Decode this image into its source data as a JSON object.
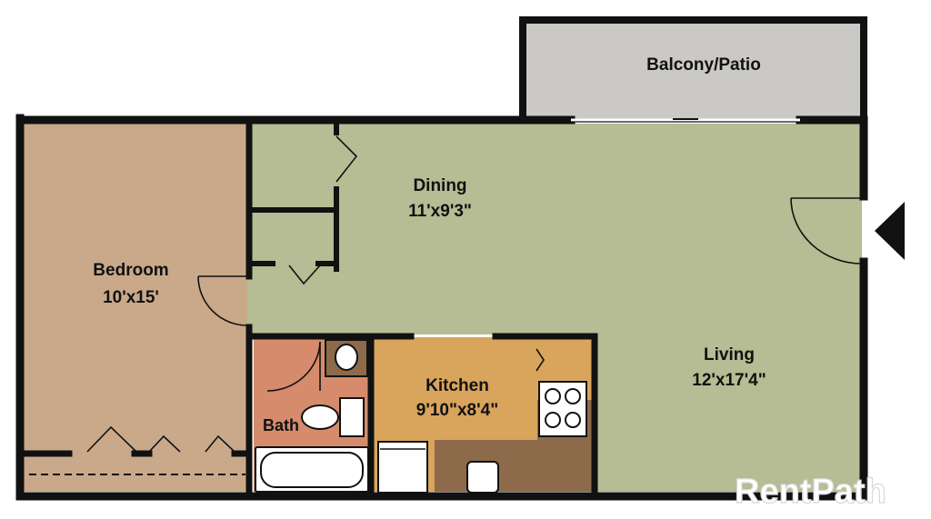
{
  "rooms": {
    "balcony": {
      "name": "Balcony/Patio",
      "color": "#cbc9c5"
    },
    "dining": {
      "name": "Dining",
      "size": "11'x9'3\"",
      "color": "#b6bc93"
    },
    "bedroom": {
      "name": "Bedroom",
      "size": "10'x15'",
      "color": "#c9a98a"
    },
    "living": {
      "name": "Living",
      "size": "12'x17'4\"",
      "color": "#b6bc93"
    },
    "kitchen": {
      "name": "Kitchen",
      "size": "9'10\"x8'4\"",
      "color": "#d9a45c"
    },
    "bath": {
      "name": "Bath",
      "color": "#d58b6c"
    }
  },
  "colors": {
    "wall": "#111111",
    "cabinet": "#8c6a4a",
    "fixture": "#ffffff"
  },
  "watermark": "RentPath",
  "icons": {
    "entry": "entry-arrow-icon"
  }
}
